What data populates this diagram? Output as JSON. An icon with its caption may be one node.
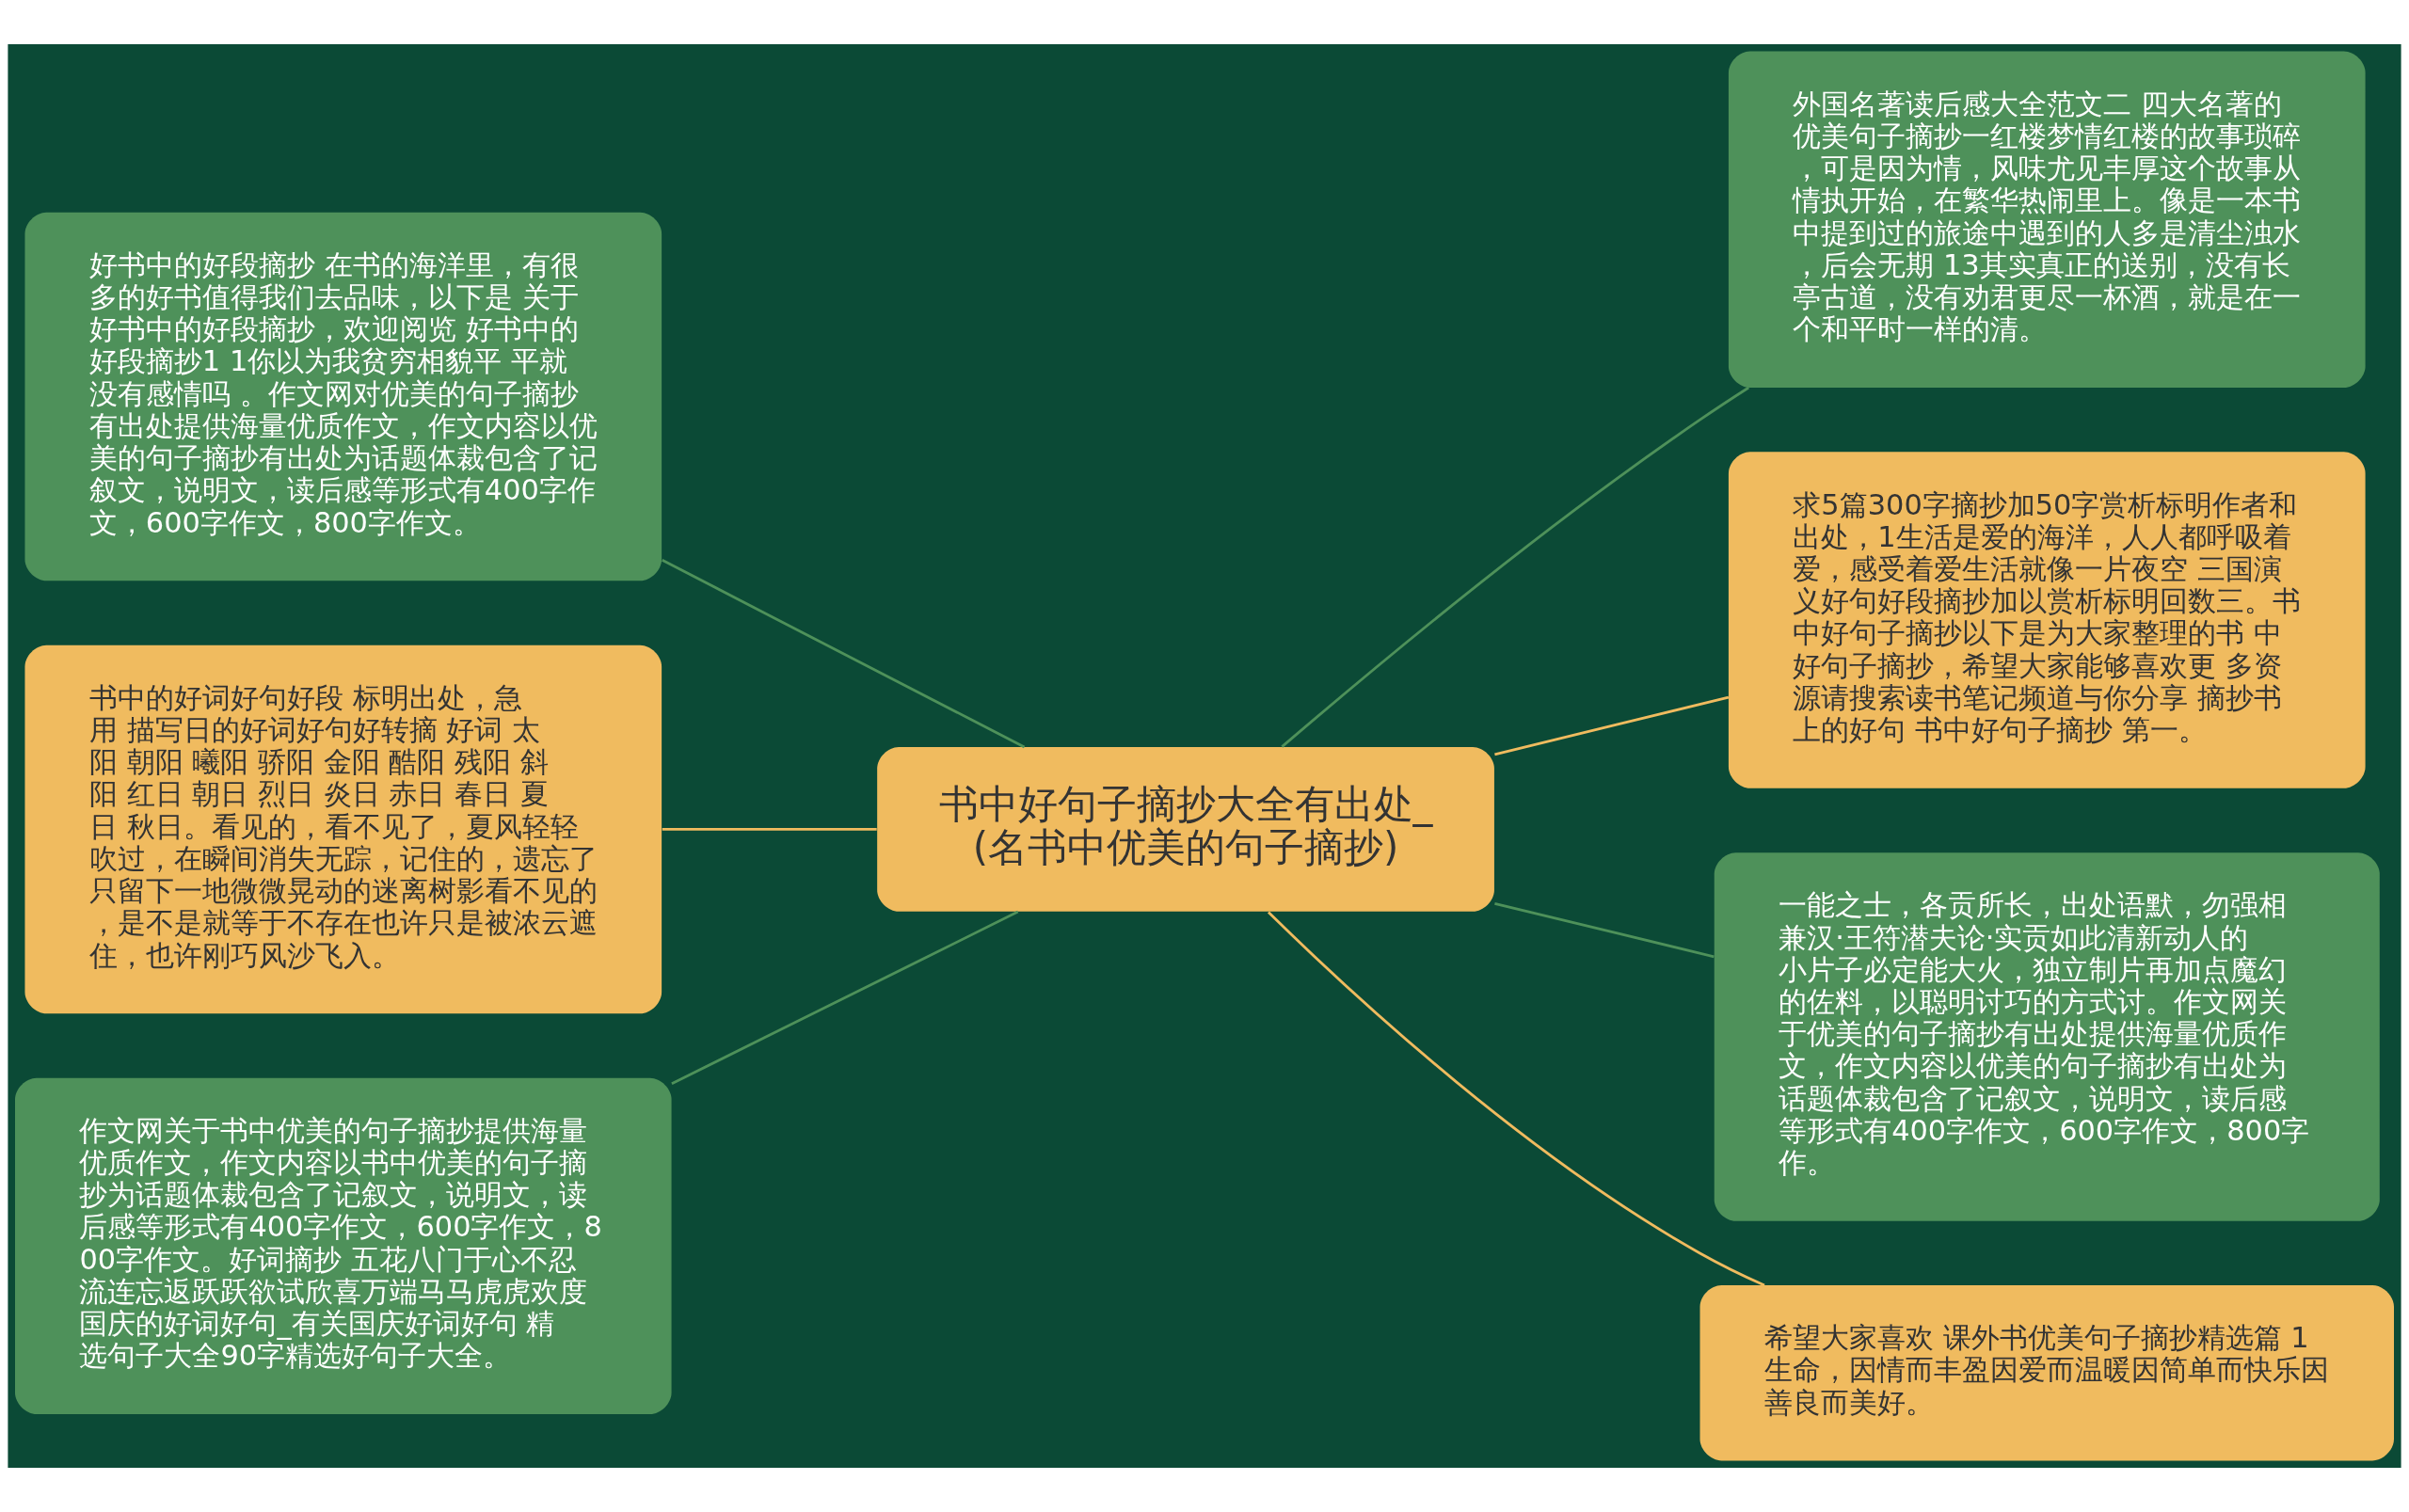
{
  "diagram": {
    "nodes": [
      {
        "text": [
          "书中好句子摘抄大全有出处_(名书中优美的句子摘抄)"
        ]
      },
      {
        "text": [
          "好书中的好段摘抄 在书的海洋里，有很多的好书值得我们去品味，以下是 关于好书中的好段摘抄，欢迎阅览 好书中的好段摘抄1 1你以为我贫穷相貌平 平就没有感情吗 。作文网对优美的句子摘抄有出处提供海量优质作文，作文内容以优美的句子摘抄有出处为话题体裁包含了记叙文，说明文，读后感等形式有400字作文，600字作文，800字作文。"
        ]
      },
      {
        "text": [
          "书中的好词好句好段 标明出处，急用 描写日的好词好句好转摘 好词 太阳 朝阳 曦阳 骄阳 金阳 酷阳 残阳 斜阳 红日 朝日 烈日 炎日 赤日 春日 夏日 秋日。看见的，看不见了，夏风轻轻吹过，在瞬间消失无踪，记住的，遗忘了只留下一地微微晃动的迷离树影看不见的，是不是就等于不存在也许只是被浓云遮住，也许刚巧风沙飞入。"
        ]
      },
      {
        "text": [
          "作文网关于书中优美的句子摘抄提供海量优质作文，作文内容以书中优美的句子摘抄为话题体裁包含了记叙文，说明文，读后感等形式有400字作文，600字作文，800字作文。好词摘抄 五花八门于心不忍流连忘返跃跃欲试欣喜万端马马虎虎欢度国庆的好词好句_有关国庆好词好句 精选句子大全90字精选好句子大全。"
        ]
      },
      {
        "text": [
          "外国名著读后感大全范文二 四大名著的优美句子摘抄一红楼梦情红楼的故事琐碎，可是因为情，风味尤见丰厚这个故事从情执开始，在繁华热闹里上。像是一本书中提到过的旅途中遇到的人多是清尘浊水，后会无期 13其实真正的送别，没有长亭古道，没有劝君更尽一杯酒，就是在一个和平时一样的清。"
        ]
      },
      {
        "text": [
          "求5篇300字摘抄加50字赏析标明作者和出处，1生活是爱的海洋，人人都呼吸着爱，感受着爱生活就像一片夜空 三国演义好句好段摘抄加以赏析标明回数三。书中好句子摘抄以下是为大家整理的书 中好句子摘抄，希望大家能够喜欢更 多资源请搜索读书笔记频道与你分享 摘抄书上的好句 书中好句子摘抄 第一。"
        ]
      },
      {
        "text": [
          "一能之士，各贡所长，出处语默，勿强相兼汉·王符潜夫论·实贡如此清新动人的小片子必定能大火，独立制片再加点魔幻的佐料，以聪明讨巧的方式讨。作文网关于优美的句子摘抄有出处提供海量优质作文，作文内容以优美的句子摘抄有出处为话题体裁包含了记叙文，说明文，读后感等形式有400字作文，600字作文，800字作。"
        ]
      },
      {
        "text": [
          "希望大家喜欢 课外书优美句子摘抄精选篇 1生命，因情而丰盈因爱而温暖因简单而快乐因善良而美好。"
        ]
      }
    ],
    "edges": [
      {
        "from": 0,
        "to": 1,
        "arrow": "none"
      },
      {
        "from": 0,
        "to": 2,
        "arrow": "none",
        "color": "#f0bb5f"
      },
      {
        "from": 0,
        "to": 3,
        "arrow": "none"
      },
      {
        "from": 0,
        "to": 4,
        "arrow": "none"
      },
      {
        "from": 0,
        "to": 5,
        "arrow": "none",
        "color": "#f0bb5f"
      },
      {
        "from": 0,
        "to": 6,
        "arrow": "none"
      },
      {
        "from": 0,
        "to": 7,
        "arrow": "none",
        "color": "#f0bb5f"
      }
    ]
  }
}
